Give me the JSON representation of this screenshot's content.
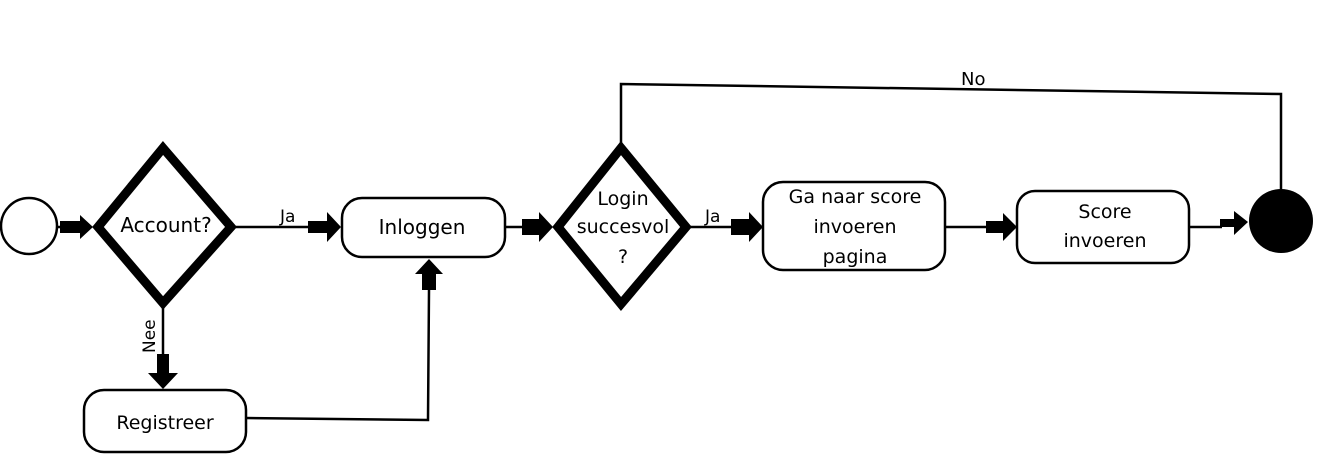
{
  "nodes": {
    "decision_account": "Account?",
    "action_inloggen": "Inloggen",
    "decision_login_line1": "Login",
    "decision_login_line2": "succesvol",
    "decision_login_line3": "?",
    "action_ga_naar_line1": "Ga naar score",
    "action_ga_naar_line2": "invoeren",
    "action_ga_naar_line3": "pagina",
    "action_score_line1": "Score",
    "action_score_line2": "invoeren",
    "action_registreer": "Registreer"
  },
  "edge_labels": {
    "account_yes": "Ja",
    "account_no": "Nee",
    "login_yes": "Ja",
    "login_no": "No"
  }
}
